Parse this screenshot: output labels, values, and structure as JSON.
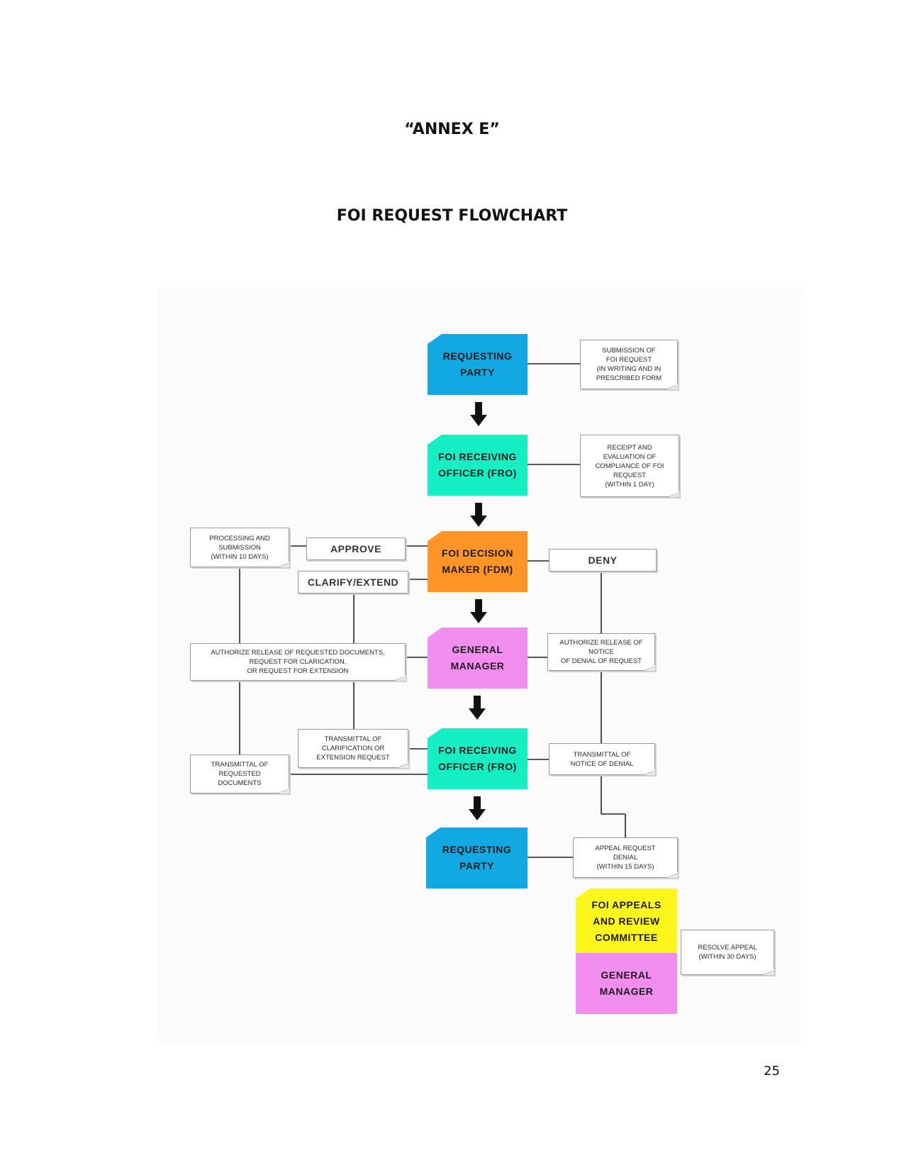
{
  "page": {
    "annex": "“ANNEX E”",
    "title": "FOI REQUEST FLOWCHART",
    "page_number": "25"
  },
  "colors": {
    "requesting_party": "#11a8e4",
    "receiving_officer": "#16efc4",
    "decision_maker": "#ff9427",
    "general_manager": "#f38ef0",
    "appeals_committee": "#fbf61c"
  },
  "flow": {
    "requesting_party_1": "REQUESTING\nPARTY",
    "fro_1": "FOI RECEIVING\nOFFICER (FRO)",
    "fdm": "FOI DECISION\nMAKER (FDM)",
    "gm_1": "GENERAL\nMANAGER",
    "fro_2": "FOI RECEIVING\nOFFICER (FRO)",
    "requesting_party_2": "REQUESTING\nPARTY",
    "appeals_committee": "FOI APPEALS\nAND REVIEW\nCOMMITTEE",
    "gm_2": "GENERAL\nMANAGER"
  },
  "notes": {
    "submission": "SUBMISSION OF\nFOI REQUEST\n(IN WRITING AND IN\nPRESCRIBED FORM",
    "receipt": "RECEIPT AND\nEVALUATION OF\nCOMPLIANCE OF FOI\nREQUEST\n(WITHIN 1 DAY)",
    "processing": "PROCESSING AND\nSUBMISSION\n(WITHIN 10 DAYS)",
    "authorize_release": "AUTHORIZE RELEASE OF REQUESTED DOCUMENTS,\nREQUEST FOR CLARICATION,\nOR REQUEST FOR EXTENSION",
    "authorize_denial": "AUTHORIZE RELEASE OF\nNOTICE\nOF DENIAL OF REQUEST",
    "transmittal_clarification": "TRANSMITTAL OF\nCLARIFICATION OR\nEXTENSION REQUEST",
    "transmittal_documents": "TRANSMITTAL OF\nREQUESTED\nDOCUMENTS",
    "transmittal_denial": "TRANSMITTAL OF\nNOTICE OF DENIAL",
    "appeal": "APPEAL REQUEST\nDENIAL\n(WITHIN 15 DAYS)",
    "resolve": "RESOLVE APPEAL\n(WITHIN 30 DAYS)"
  },
  "decisions": {
    "approve": "APPROVE",
    "clarify_extend": "CLARIFY/EXTEND",
    "deny": "DENY"
  }
}
